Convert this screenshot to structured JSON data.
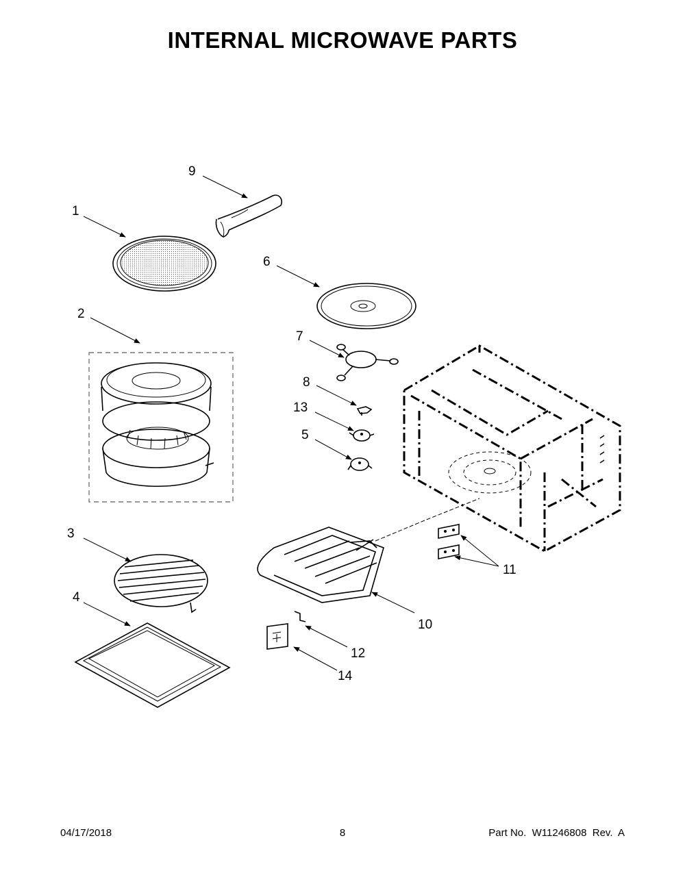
{
  "header": {
    "title": "INTERNAL MICROWAVE PARTS"
  },
  "callouts": [
    "1",
    "2",
    "3",
    "4",
    "5",
    "6",
    "7",
    "8",
    "9",
    "10",
    "11",
    "12",
    "13",
    "14"
  ],
  "footer": {
    "date": "04/17/2018",
    "page": "8",
    "part_no": "Part No.  W11246808  Rev.  A"
  }
}
